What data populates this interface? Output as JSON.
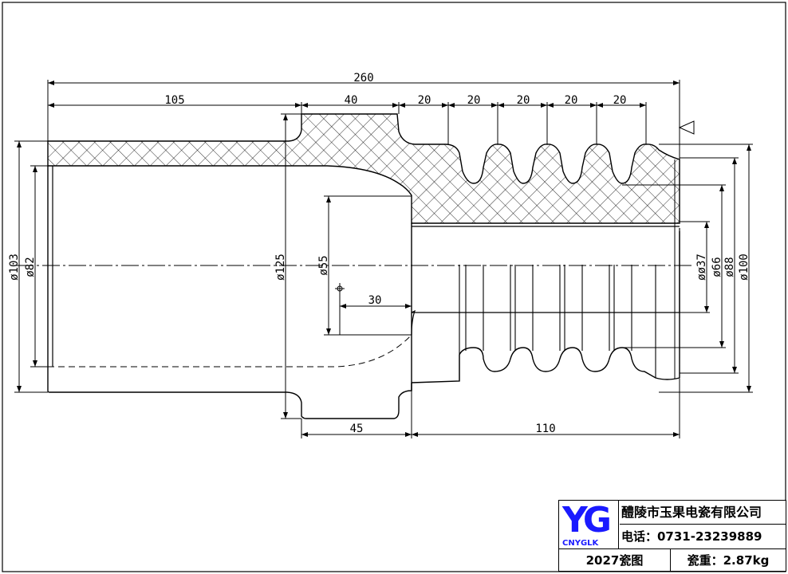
{
  "drawing": {
    "dimensions": {
      "overall_length": "260",
      "seg_105": "105",
      "seg_40": "40",
      "pitch": [
        "20",
        "20",
        "20",
        "20",
        "20"
      ],
      "bottom_45": "45",
      "bottom_110": "110",
      "inner_30": "30",
      "dia_103": "ø103",
      "dia_82": "ø82",
      "dia_125": "ø125",
      "dia_55": "ø55",
      "dia_37": "øø37",
      "dia_66": "ø66",
      "dia_88": "ø88",
      "dia_100": "ø100"
    }
  },
  "title_block": {
    "logo_text": "YG",
    "logo_sub": "CNYGLK",
    "company": "醴陵市玉果电瓷有限公司",
    "phone": "电话：0731-23239889",
    "drawing_no": "2027瓷图",
    "weight": "瓷重：2.87kg"
  },
  "colors": {
    "line": "#000000",
    "logo": "#1a1aff",
    "background": "#ffffff"
  }
}
